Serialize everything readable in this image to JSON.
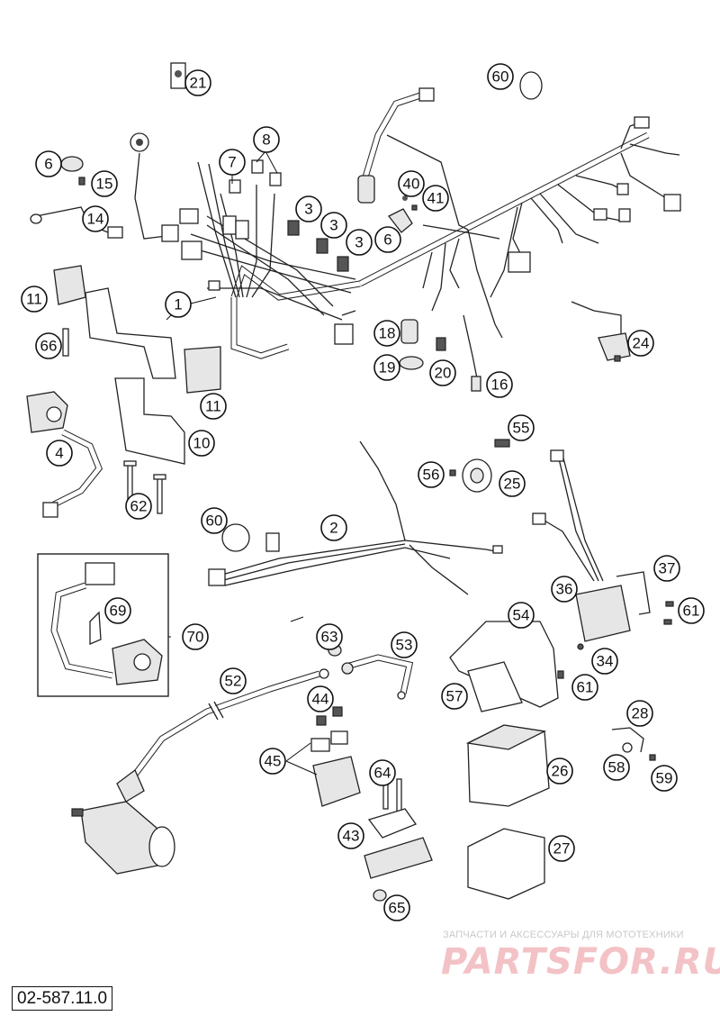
{
  "reference_code": "02-587.11.0",
  "watermark": {
    "tagline": "ЗАПЧАСТИ И АКСЕССУАРЫ ДЛЯ МОТОТЕХНИКИ",
    "logo": "PARTSFOR.RU"
  },
  "callouts": {
    "c1": "1",
    "c2": "2",
    "c3a": "3",
    "c3b": "3",
    "c3c": "3",
    "c4": "4",
    "c6a": "6",
    "c6b": "6",
    "c7": "7",
    "c8": "8",
    "c10": "10",
    "c11a": "11",
    "c11b": "11",
    "c14": "14",
    "c15": "15",
    "c16": "16",
    "c18": "18",
    "c19": "19",
    "c20": "20",
    "c21": "21",
    "c24": "24",
    "c25": "25",
    "c26": "26",
    "c27": "27",
    "c28": "28",
    "c34": "34",
    "c36": "36",
    "c37": "37",
    "c40": "40",
    "c41": "41",
    "c43": "43",
    "c44": "44",
    "c45": "45",
    "c52": "52",
    "c53": "53",
    "c54": "54",
    "c55": "55",
    "c56": "56",
    "c57": "57",
    "c58": "58",
    "c59": "59",
    "c60a": "60",
    "c60b": "60",
    "c61a": "61",
    "c61b": "61",
    "c62": "62",
    "c63": "63",
    "c64": "64",
    "c65": "65",
    "c66": "66",
    "c69": "69",
    "c70": "70"
  }
}
